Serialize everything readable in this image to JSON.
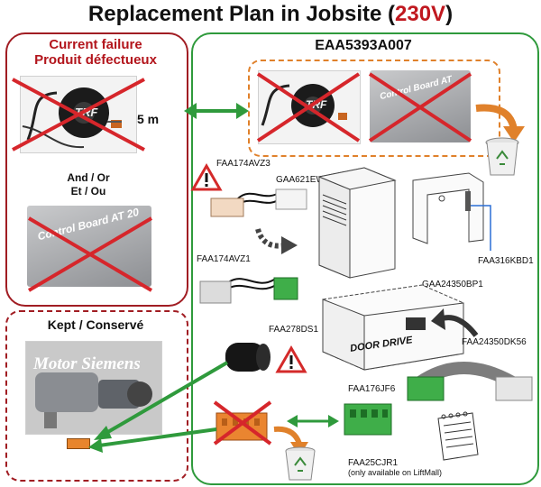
{
  "title": {
    "main": "Replacement Plan in Jobsite (",
    "voltage": "230V",
    "close": ")"
  },
  "left_panel": {
    "header_line1": "Current failure",
    "header_line2": "Produit défectueux",
    "cable_length": "5 m",
    "and_or_line1": "And / Or",
    "and_or_line2": "Et / Ou",
    "board_label": "Control Board AT",
    "board_label_partial": "Control Board AT 20",
    "encoder_label": "TRF",
    "kept_header": "Kept / Conservé",
    "motor_label": "Motor Siemens"
  },
  "right_panel": {
    "kit_code": "EAA5393A007",
    "parts": [
      {
        "code": "FAA174AVZ3"
      },
      {
        "code": "GAA621EW2"
      },
      {
        "code": "FAA316KBD1"
      },
      {
        "code": "FAA174AVZ1"
      },
      {
        "code": "GAA24350BP1"
      },
      {
        "code": "FAA278DS1"
      },
      {
        "code": "FAA24350DK56"
      },
      {
        "code": "FAA176JF6"
      },
      {
        "code": "FAA25CJR1"
      }
    ],
    "liftmall_note": "(only available on LiftMall)",
    "door_drive_label": "DOOR DRIVE"
  },
  "colors": {
    "dark_red": "#a11d23",
    "green": "#2f9a3c",
    "orange": "#e0812b",
    "cross_red": "#d6262b",
    "warning_red": "#d42a2a",
    "connector_green": "#3fae49"
  },
  "icons": [
    "recycle-bin-icon",
    "warning-icon",
    "notepad-icon",
    "cross-icon",
    "arrow-icon"
  ]
}
